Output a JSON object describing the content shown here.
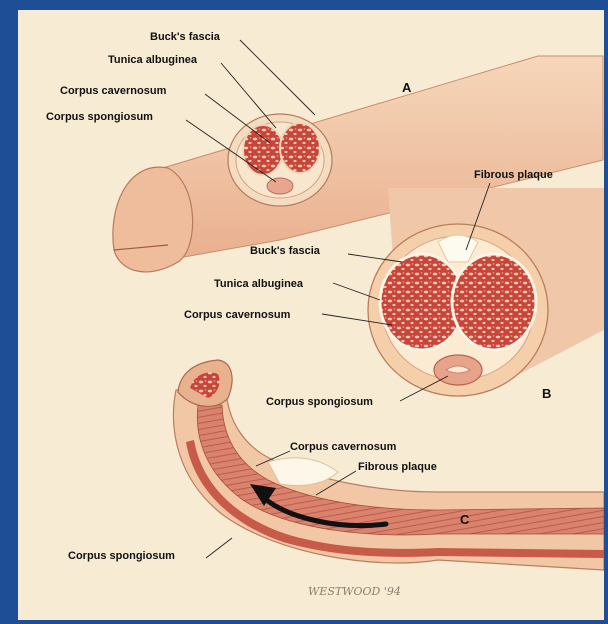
{
  "panel_a": {
    "letter": "A",
    "labels": [
      "Buck's fascia",
      "Tunica albuginea",
      "Corpus cavernosum",
      "Corpus spongiosum"
    ]
  },
  "panel_b": {
    "letter": "B",
    "labels": [
      "Fibrous plaque",
      "Buck's fascia",
      "Tunica albuginea",
      "Corpus cavernosum",
      "Corpus spongiosum"
    ]
  },
  "panel_c": {
    "letter": "C",
    "labels": [
      "Corpus cavernosum",
      "Fibrous plaque",
      "Corpus spongiosum"
    ]
  },
  "signature": "WESTWOOD '94",
  "colors": {
    "frame": "#1d4e96",
    "background": "#f7ecd3",
    "skin": "#f1c7a4",
    "tissue": "#c8453a",
    "fibrous": "#fbf6e6"
  }
}
